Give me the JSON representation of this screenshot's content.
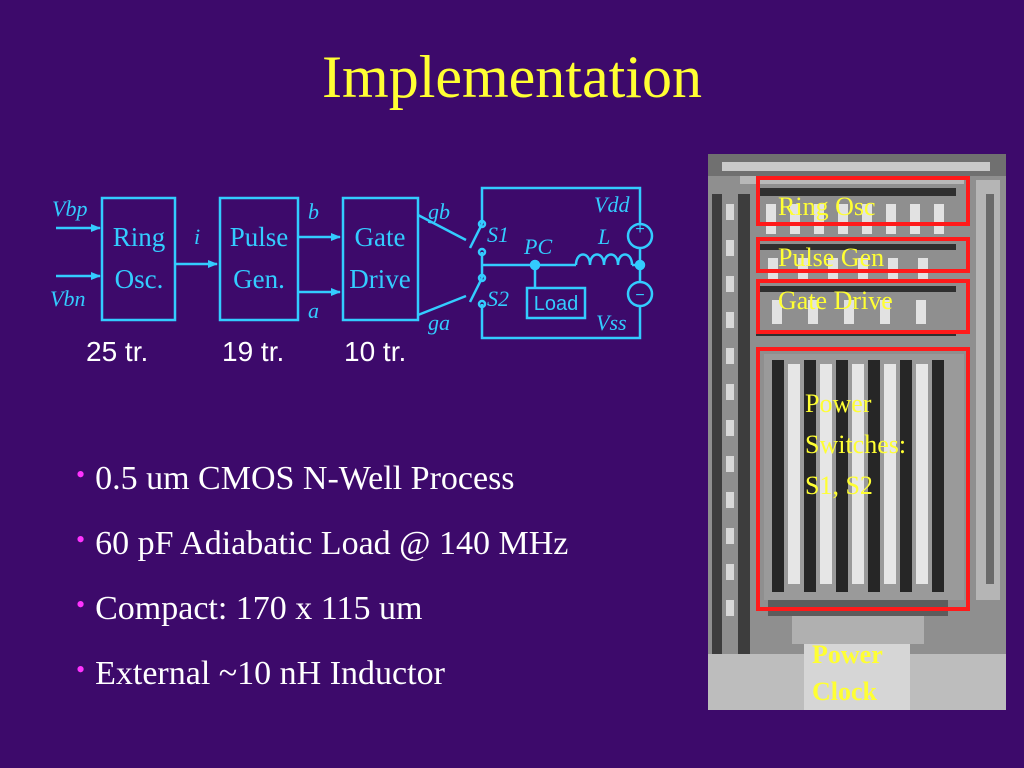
{
  "slide": {
    "title": "Implementation"
  },
  "diagram": {
    "inputs": {
      "vbp": "Vbp",
      "vbn": "Vbn"
    },
    "blocks": {
      "ring": [
        "Ring",
        "Osc."
      ],
      "pulse": [
        "Pulse",
        "Gen."
      ],
      "gate": [
        "Gate",
        "Drive"
      ]
    },
    "signals": {
      "i": "i",
      "b": "b",
      "a": "a",
      "gb": "gb",
      "ga": "ga"
    },
    "switches": {
      "s1": "S1",
      "s2": "S2"
    },
    "pc": "PC",
    "inductor": "L",
    "load": "Load",
    "vdd": "Vdd",
    "vss": "Vss",
    "source_plus": "+",
    "source_minus": "−"
  },
  "transistor_counts": [
    "25 tr.",
    "19 tr.",
    "10 tr."
  ],
  "bullets": [
    "0.5 um CMOS N-Well Process",
    "60 pF Adiabatic Load @ 140 MHz",
    "Compact: 170 x 115 um",
    "External ~10 nH  Inductor"
  ],
  "bullet_marker": "•",
  "chip": {
    "labels": {
      "ring_osc": "Ring Osc",
      "pulse_gen": "Pulse Gen",
      "gate_drive": "Gate Drive",
      "power_switches": "Power\nSwitches:\nS1, S2",
      "power_clock": "Power\nClock"
    }
  },
  "colors": {
    "background": "#3d0a6b",
    "title": "#ffff33",
    "diagram_lines": "#33ccff",
    "bullet_marker": "#ff33ff",
    "highlight": "#ff1a1a"
  }
}
